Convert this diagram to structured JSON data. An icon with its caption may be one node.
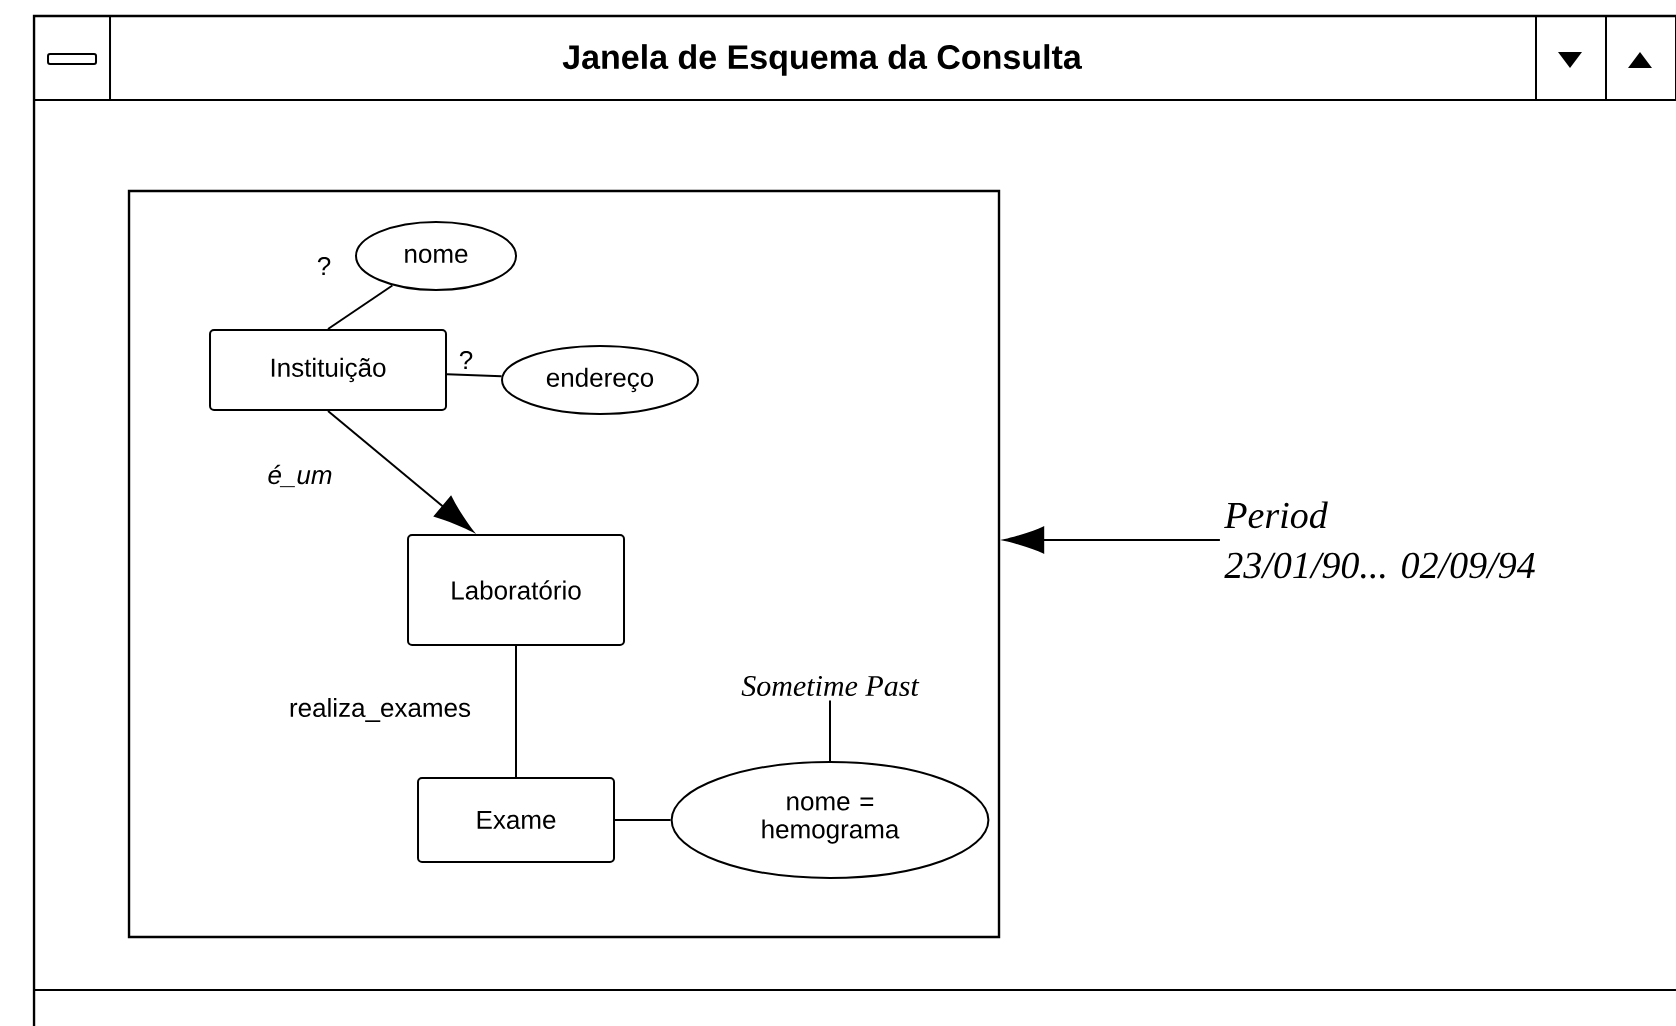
{
  "diagram": {
    "title": "Janela de Esquema da Consulta",
    "nodes": [
      {
        "text": [],
        "shape": "box"
      },
      {
        "text": [
          "Instituição"
        ],
        "in": 0
      },
      {
        "text": [
          "nome"
        ],
        "in": 0
      },
      {
        "text": [
          "endereço"
        ],
        "in": 0
      },
      {
        "text": [
          "Laboratório"
        ],
        "in": 0
      },
      {
        "text": [
          "Exame"
        ],
        "in": 0
      },
      {
        "text": [
          "nome = hemograma"
        ],
        "in": 0
      },
      {
        "text": [
          "Sometime Past"
        ],
        "in": 0
      },
      {
        "text": [
          "Period",
          "23/01/90... 02/09/94"
        ]
      }
    ],
    "edges": [
      {
        "from": 1,
        "to": 2,
        "arrow": "none",
        "label": "?"
      },
      {
        "from": 1,
        "to": 3,
        "arrow": "none",
        "label": "?"
      },
      {
        "from": 1,
        "to": 4,
        "arrow": "to",
        "label": "é_um"
      },
      {
        "from": 4,
        "to": 5,
        "arrow": "none",
        "label": "realiza_exames"
      },
      {
        "from": 5,
        "to": 6,
        "arrow": "none"
      },
      {
        "from": 7,
        "to": 6,
        "arrow": "none"
      },
      {
        "from": 8,
        "to": 0,
        "arrow": "to"
      }
    ]
  }
}
